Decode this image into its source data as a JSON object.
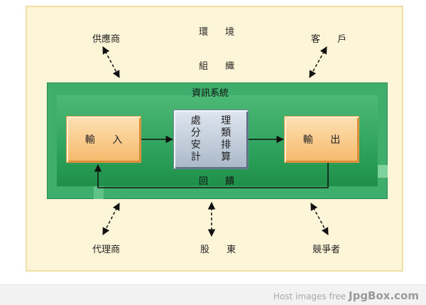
{
  "diagram": {
    "environment": "環 境",
    "organization": "組 織",
    "info_system": "資訊系統",
    "input": "輸 入",
    "process_lines": [
      "處 理",
      "分 類",
      "安 排",
      "計 算"
    ],
    "output": "輸 出",
    "feedback": "回 饋",
    "suppliers": "供應商",
    "customers": "客 戶",
    "agents": "代理商",
    "shareholders": "股 東",
    "competitors": "競爭者"
  },
  "footer": {
    "prefix": "Host images free",
    "brand": "JpgBox.com"
  },
  "colors": {
    "environment_bg": "#fdf5d8",
    "panel_green": "#3fae6c",
    "input_output_orange": "#f6b86a",
    "process_gray": "#a9b8c8"
  }
}
